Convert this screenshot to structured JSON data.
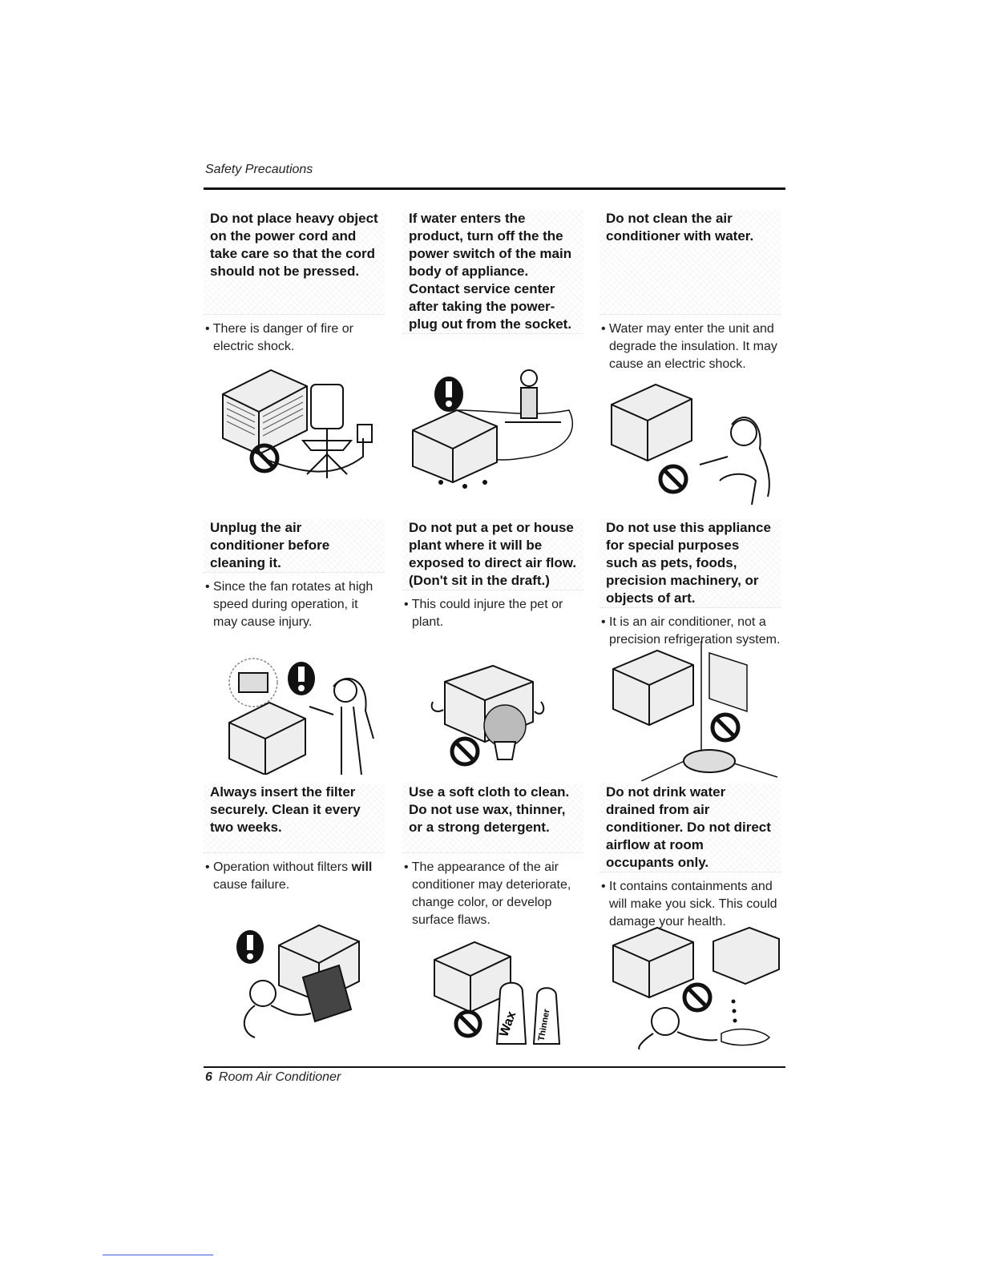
{
  "header": {
    "title": "Safety Precautions"
  },
  "footer": {
    "page_number": "6",
    "doc_title": "Room Air Conditioner"
  },
  "cards": [
    {
      "heading": "Do not place heavy object on the power cord and take care so that the cord should not be pressed.",
      "note": "There is danger of fire or electric shock."
    },
    {
      "heading": "If water enters the product, turn off the the power switch of the main body of appliance. Contact service center after taking the power-plug out from the socket.",
      "note": ""
    },
    {
      "heading": "Do not clean the air conditioner with water.",
      "note": "Water may enter the unit and degrade the insulation. It may cause an electric shock."
    },
    {
      "heading": "Unplug the air conditioner before cleaning it.",
      "note": "Since the fan rotates at high speed during operation, it may cause injury."
    },
    {
      "heading": "Do not put a pet or house plant where it will be exposed to direct air flow. (Don't sit in the draft.)",
      "note": "This could injure the pet or plant."
    },
    {
      "heading": "Do not use this appliance for special purposes such as pets, foods, precision machinery, or objects of art.",
      "note": "It is an air conditioner, not a precision refrigeration system."
    },
    {
      "heading": "Always insert the filter securely. Clean it every two weeks.",
      "note_pre": "Operation without filters ",
      "note_bold": "will",
      "note_post": " cause failure."
    },
    {
      "heading": "Use a soft cloth to clean. Do not use wax, thinner, or a strong detergent.",
      "note": "The appearance of the air conditioner may deteriorate, change color, or develop surface flaws."
    },
    {
      "heading": "Do not drink water drained from air conditioner. Do not direct airflow at room occupants only.",
      "note": "It contains containments and will make you sick. This could damage your health."
    }
  ],
  "illustration_labels": {
    "wax": "Wax",
    "thinner": "Thinner"
  }
}
